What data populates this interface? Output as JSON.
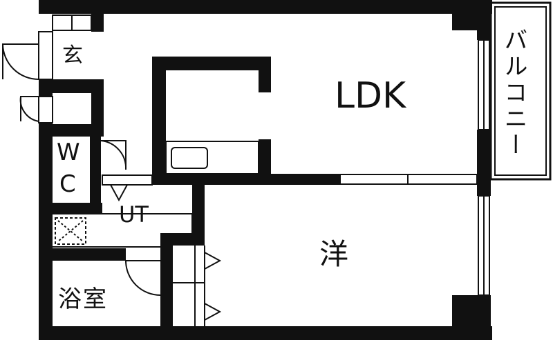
{
  "rooms": {
    "ldk": "LDK",
    "western": "洋",
    "bathroom": "浴室",
    "utility": "UT",
    "entrance": "玄",
    "toilet_w": "W",
    "toilet_c": "C",
    "balcony": "バルコニー"
  },
  "colors": {
    "wall": "#111111",
    "line": "#111111",
    "background": "#ffffff"
  },
  "icons": {
    "door": "door-swing-icon",
    "sink": "kitchen-sink-icon",
    "washer": "washer-pan-icon",
    "closet_arrow": "closet-door-arrow-icon"
  }
}
